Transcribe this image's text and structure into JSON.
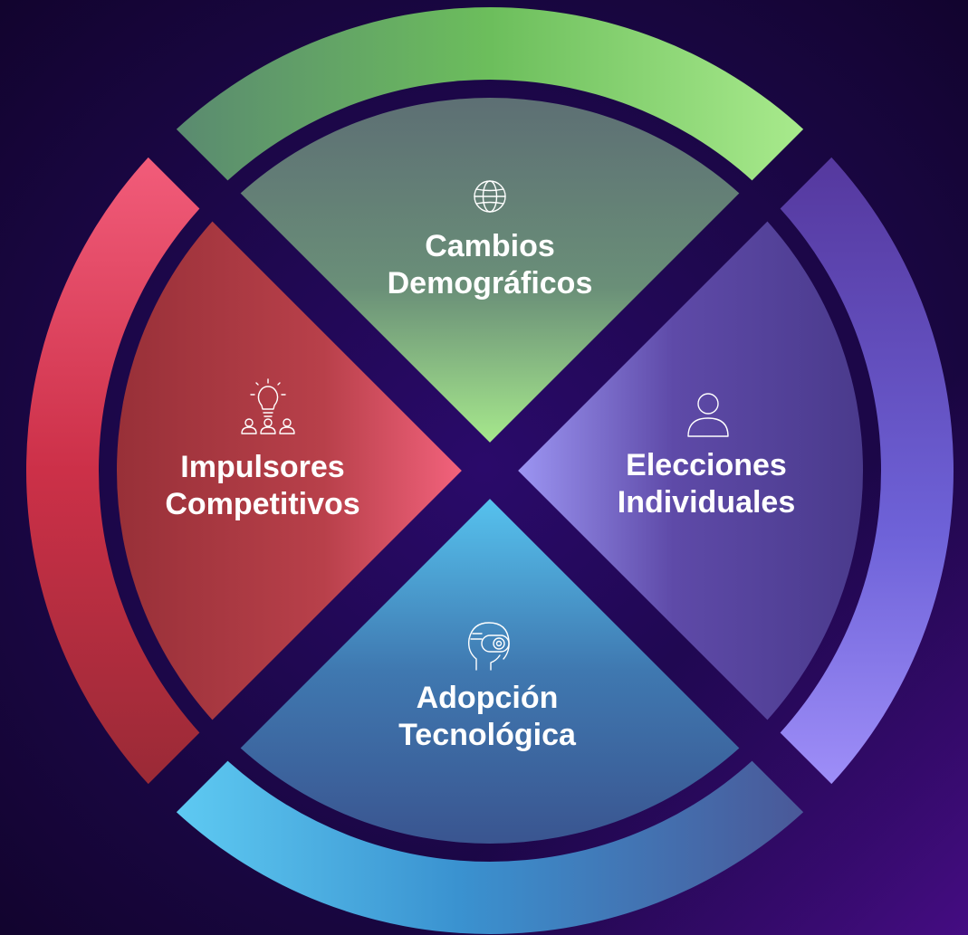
{
  "diagram": {
    "segments": [
      {
        "key": "top",
        "lines": [
          "Cambios",
          "Demográficos"
        ],
        "icon": "globe-icon",
        "colors": {
          "fill_from": "#5a6b70",
          "fill_to": "#a3e38a",
          "ring_from": "#5a8a6a",
          "ring_mid": "#72c05e",
          "ring_to": "#a5e887"
        }
      },
      {
        "key": "right",
        "lines": [
          "Elecciones",
          "Individuales"
        ],
        "icon": "person-icon",
        "colors": {
          "fill_from": "#9a92f0",
          "fill_to": "#4a3a90",
          "ring_from": "#5a3aa8",
          "ring_to": "#9a8af5"
        }
      },
      {
        "key": "bottom",
        "lines": [
          "Adopción",
          "Tecnológica"
        ],
        "icon": "vr-headset-icon",
        "colors": {
          "fill_from": "#52b8e8",
          "fill_to": "#3a5a90",
          "ring_from": "#5cc4f0",
          "ring_mid": "#3a8fcf",
          "ring_to": "#4a5a9a"
        }
      },
      {
        "key": "left",
        "lines": [
          "Impulsores",
          "Competitivos"
        ],
        "icon": "lightbulb-team-icon",
        "colors": {
          "fill_from": "#9a3038",
          "fill_to": "#f0607a",
          "ring_from": "#f05a78",
          "ring_to": "#a02838"
        }
      }
    ]
  }
}
